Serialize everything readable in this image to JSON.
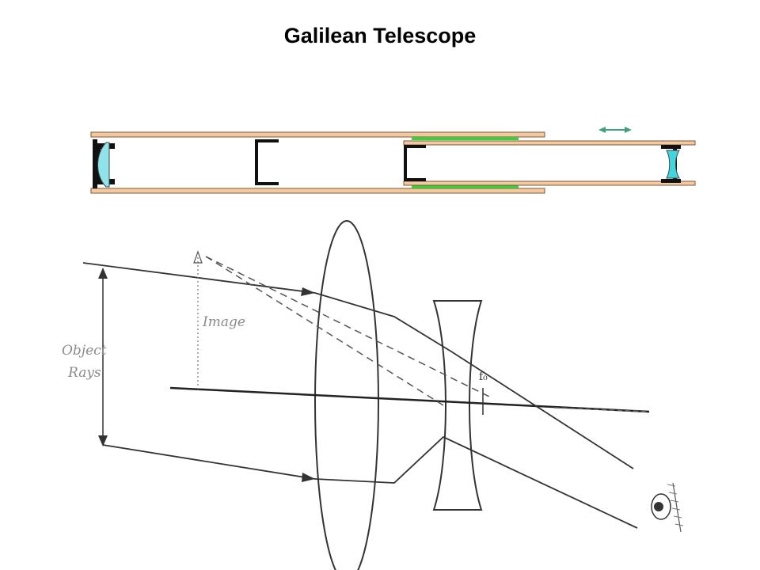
{
  "title": "Galilean Telescope",
  "colors": {
    "tube": "#f5c9a0",
    "tube_outline": "#7a5a3a",
    "felt": "#36d13c",
    "lens": "#8fe3ea",
    "arrow": "#3fa37a",
    "ink": "#333333"
  },
  "diagram": {
    "object_label_line1": "Object",
    "object_label_line2": "Rays",
    "image_label": "Image",
    "focal_mark": "f₀"
  },
  "icons": {
    "objective_lens": "convex-lens-icon",
    "eyepiece_lens": "concave-lens-icon",
    "slide_arrow": "double-arrow-icon",
    "eye": "eye-icon"
  }
}
